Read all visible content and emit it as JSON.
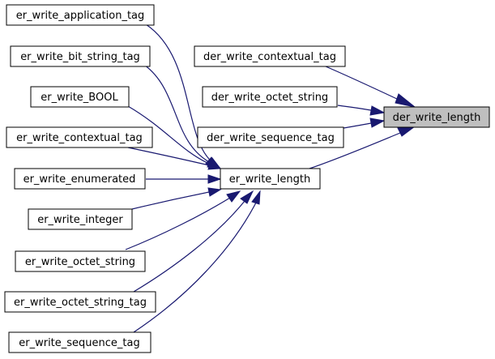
{
  "diagram": {
    "type": "call-graph",
    "focus": "der_write_length",
    "nodes": {
      "der_write_length": "der_write_length",
      "er_write_length": "er_write_length",
      "der_write_contextual_tag": "der_write_contextual_tag",
      "der_write_octet_string": "der_write_octet_string",
      "der_write_sequence_tag": "der_write_sequence_tag",
      "er_write_application_tag": "er_write_application_tag",
      "er_write_bit_string_tag": "er_write_bit_string_tag",
      "er_write_BOOL": "er_write_BOOL",
      "er_write_contextual_tag": "er_write_contextual_tag",
      "er_write_enumerated": "er_write_enumerated",
      "er_write_integer": "er_write_integer",
      "er_write_octet_string": "er_write_octet_string",
      "er_write_octet_string_tag": "er_write_octet_string_tag",
      "er_write_sequence_tag": "er_write_sequence_tag"
    },
    "edges": [
      {
        "from": "der_write_contextual_tag",
        "to": "der_write_length"
      },
      {
        "from": "der_write_octet_string",
        "to": "der_write_length"
      },
      {
        "from": "der_write_sequence_tag",
        "to": "der_write_length"
      },
      {
        "from": "er_write_length",
        "to": "der_write_length"
      },
      {
        "from": "er_write_application_tag",
        "to": "er_write_length"
      },
      {
        "from": "er_write_bit_string_tag",
        "to": "er_write_length"
      },
      {
        "from": "er_write_BOOL",
        "to": "er_write_length"
      },
      {
        "from": "er_write_contextual_tag",
        "to": "er_write_length"
      },
      {
        "from": "er_write_enumerated",
        "to": "er_write_length"
      },
      {
        "from": "er_write_integer",
        "to": "er_write_length"
      },
      {
        "from": "er_write_octet_string",
        "to": "er_write_length"
      },
      {
        "from": "er_write_octet_string_tag",
        "to": "er_write_length"
      },
      {
        "from": "er_write_sequence_tag",
        "to": "er_write_length"
      }
    ],
    "colors": {
      "edge": "#191970",
      "focus_fill": "#bfbfbf",
      "node_fill": "#ffffff",
      "node_stroke": "#000000"
    }
  }
}
